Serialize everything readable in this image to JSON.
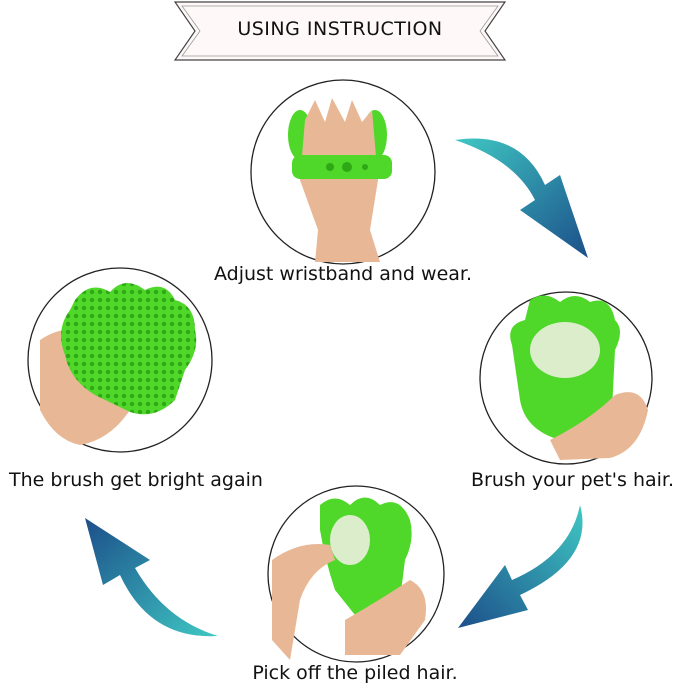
{
  "banner": {
    "title": "USING INSTRUCTION"
  },
  "steps": [
    {
      "caption": "Adjust wristband and wear."
    },
    {
      "caption": "Brush your pet's hair."
    },
    {
      "caption": "Pick off the piled hair."
    },
    {
      "caption": "The brush get bright again"
    }
  ],
  "colors": {
    "brush_green": "#4fd82a",
    "arrow_light": "#3fc7c3",
    "arrow_dark": "#1c4f8a",
    "skin": "#e8b896"
  }
}
